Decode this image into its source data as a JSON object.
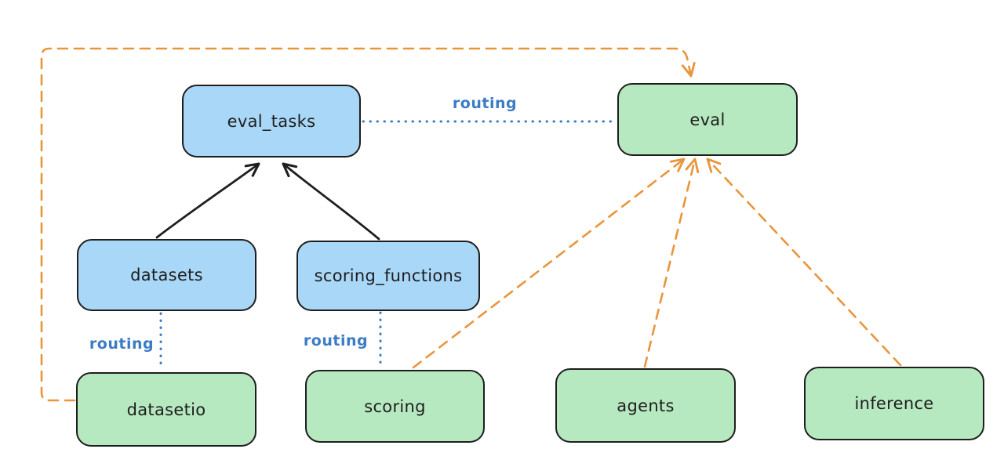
{
  "diagram": {
    "type": "architecture-routing-diagram",
    "labels": {
      "routing": "routing"
    },
    "nodes": {
      "eval_tasks": {
        "label": "eval_tasks",
        "color": "blue"
      },
      "eval": {
        "label": "eval",
        "color": "green"
      },
      "datasets": {
        "label": "datasets",
        "color": "blue"
      },
      "scoring_functions": {
        "label": "scoring_functions",
        "color": "blue"
      },
      "datasetio": {
        "label": "datasetio",
        "color": "green"
      },
      "scoring": {
        "label": "scoring",
        "color": "green"
      },
      "agents": {
        "label": "agents",
        "color": "green"
      },
      "inference": {
        "label": "inference",
        "color": "green"
      }
    },
    "edges": [
      {
        "from": "datasets",
        "to": "eval_tasks",
        "style": "solid-arrow",
        "label": ""
      },
      {
        "from": "scoring_functions",
        "to": "eval_tasks",
        "style": "solid-arrow",
        "label": ""
      },
      {
        "from": "eval_tasks",
        "to": "eval",
        "style": "dotted",
        "label": "routing"
      },
      {
        "from": "datasets",
        "to": "datasetio",
        "style": "dotted",
        "label": "routing"
      },
      {
        "from": "scoring_functions",
        "to": "scoring",
        "style": "dotted",
        "label": "routing"
      },
      {
        "from": "datasetio",
        "to": "eval",
        "style": "dashed-arrow",
        "label": ""
      },
      {
        "from": "scoring",
        "to": "eval",
        "style": "dashed-arrow",
        "label": ""
      },
      {
        "from": "agents",
        "to": "eval",
        "style": "dashed-arrow",
        "label": ""
      },
      {
        "from": "inference",
        "to": "eval",
        "style": "dashed-arrow",
        "label": ""
      }
    ]
  },
  "colors": {
    "background": "#ffffff",
    "stroke": "#1e1e1e",
    "blue_fill": "#a9d7f7",
    "green_fill": "#b7e9c0",
    "orange": "#e9953c",
    "blue": "#3b7cc4"
  }
}
